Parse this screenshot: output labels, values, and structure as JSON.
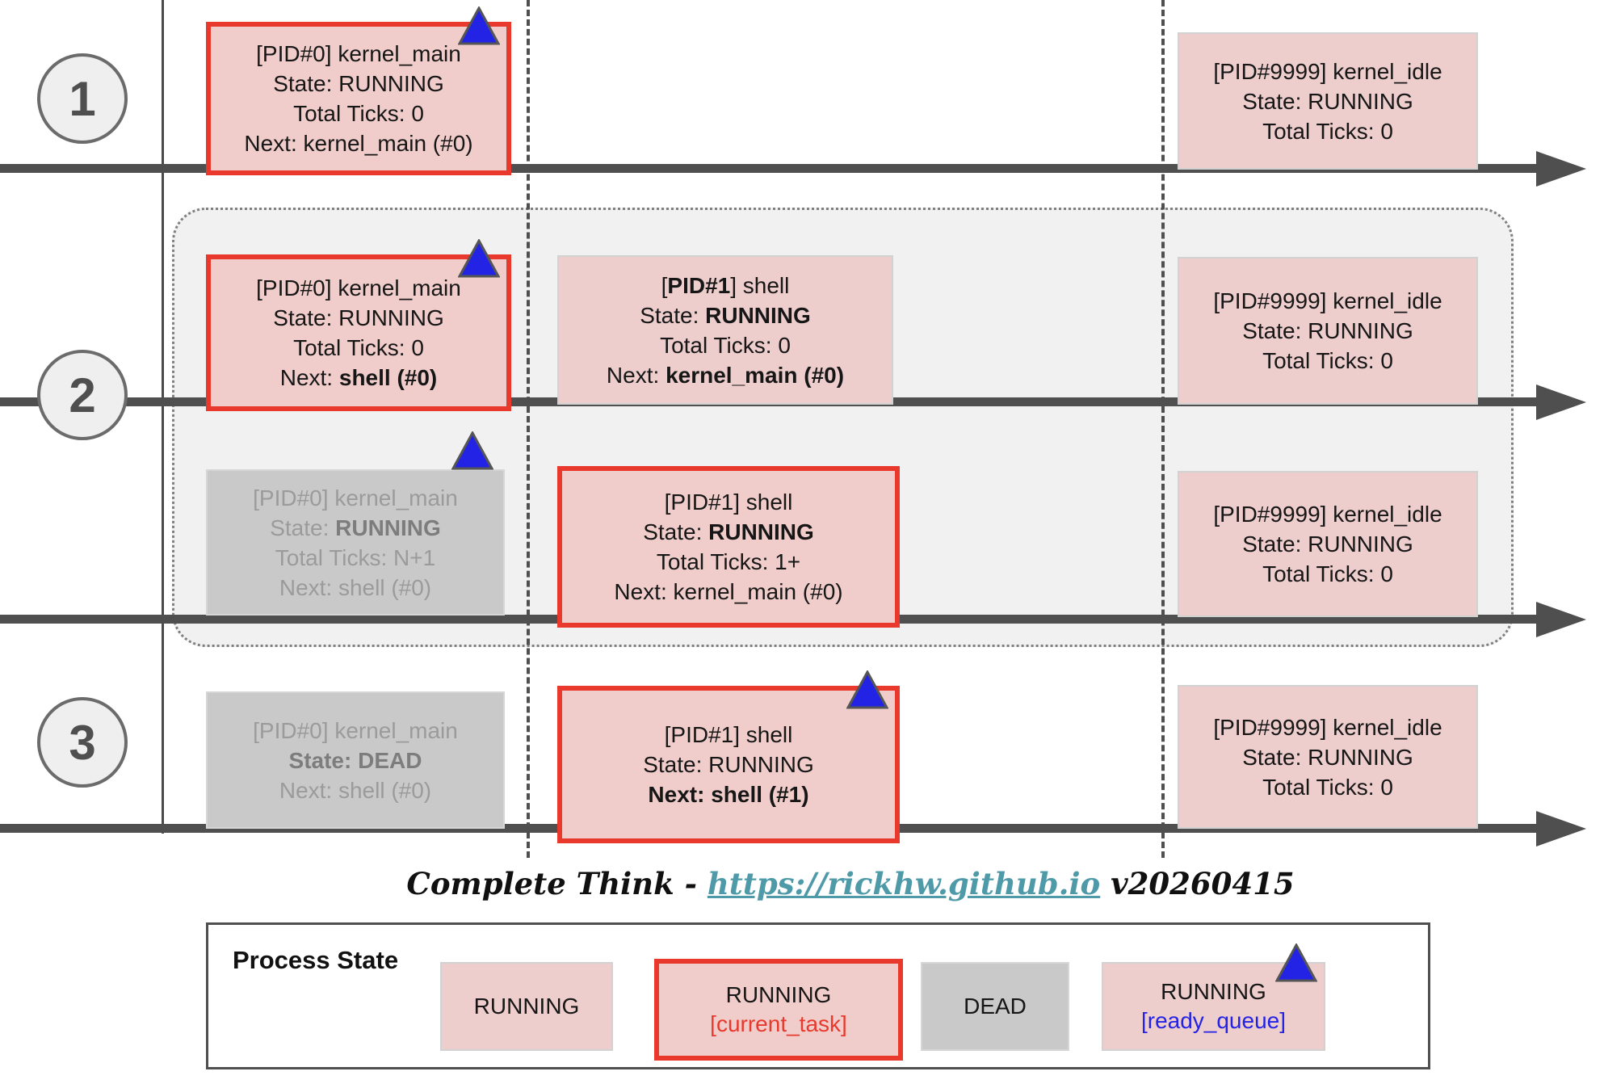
{
  "diagram": {
    "row_labels": [
      "1",
      "2",
      "3"
    ]
  },
  "colors": {
    "box_pink": "#eecdcd",
    "current_task_border_red": "#e8392c",
    "dead_gray": "#c9c9c9",
    "ready_queue_blue": "#2323e6",
    "timeline_gray": "#4f4f4f",
    "link_teal": "#4e9aa8"
  },
  "boxes": [
    {
      "id": "r1-main",
      "variant": "current",
      "triangle": "straddle",
      "lines": [
        [
          {
            "t": "[PID#0] kernel_main"
          }
        ],
        [
          {
            "t": "State: RUNNING"
          }
        ],
        [
          {
            "t": "Total Ticks: 0"
          }
        ],
        [
          {
            "t": "Next: kernel_main (#0)"
          }
        ]
      ]
    },
    {
      "id": "r1-idle",
      "variant": "plain",
      "triangle": null,
      "lines": [
        [
          {
            "t": "[PID#9999] kernel_idle"
          }
        ],
        [
          {
            "t": "State: RUNNING"
          }
        ],
        [
          {
            "t": "Total Ticks: 0"
          }
        ]
      ]
    },
    {
      "id": "r2a-main",
      "variant": "current",
      "triangle": "straddle",
      "lines": [
        [
          {
            "t": "[PID#0] kernel_main"
          }
        ],
        [
          {
            "t": "State: RUNNING"
          }
        ],
        [
          {
            "t": "Total Ticks: 0"
          }
        ],
        [
          {
            "t": "Next: "
          },
          {
            "t": "shell (#0)",
            "b": true
          }
        ]
      ]
    },
    {
      "id": "r2a-shell",
      "variant": "plain",
      "triangle": null,
      "lines": [
        [
          {
            "t": "["
          },
          {
            "t": "PID#1",
            "b": true
          },
          {
            "t": "] shell"
          }
        ],
        [
          {
            "t": "State: "
          },
          {
            "t": "RUNNING",
            "b": true
          }
        ],
        [
          {
            "t": "Total Ticks: 0"
          }
        ],
        [
          {
            "t": "Next: "
          },
          {
            "t": "kernel_main (#0)",
            "b": true
          }
        ]
      ]
    },
    {
      "id": "r2a-idle",
      "variant": "plain",
      "triangle": null,
      "lines": [
        [
          {
            "t": "[PID#9999] kernel_idle"
          }
        ],
        [
          {
            "t": "State: RUNNING"
          }
        ],
        [
          {
            "t": "Total Ticks: 0"
          }
        ]
      ]
    },
    {
      "id": "r2b-main",
      "variant": "gray",
      "triangle": "above",
      "lines": [
        [
          {
            "t": "[PID#0] kernel_main"
          }
        ],
        [
          {
            "t": "State: "
          },
          {
            "t": "RUNNING",
            "b": true
          }
        ],
        [
          {
            "t": "Total Ticks: N+1"
          }
        ],
        [
          {
            "t": "Next: shell (#0)"
          }
        ]
      ]
    },
    {
      "id": "r2b-shell",
      "variant": "current",
      "triangle": null,
      "lines": [
        [
          {
            "t": "[PID#1] shell"
          }
        ],
        [
          {
            "t": "State: "
          },
          {
            "t": "RUNNING",
            "b": true
          }
        ],
        [
          {
            "t": "Total Ticks: 1+"
          }
        ],
        [
          {
            "t": "Next: kernel_main (#0)"
          }
        ]
      ]
    },
    {
      "id": "r2b-idle",
      "variant": "plain",
      "triangle": null,
      "lines": [
        [
          {
            "t": "[PID#9999] kernel_idle"
          }
        ],
        [
          {
            "t": "State: RUNNING"
          }
        ],
        [
          {
            "t": "Total Ticks: 0"
          }
        ]
      ]
    },
    {
      "id": "r3-main",
      "variant": "gray",
      "triangle": null,
      "lines": [
        [
          {
            "t": "[PID#0] kernel_main"
          }
        ],
        [
          {
            "t": "State: DEAD",
            "b": true
          }
        ],
        [
          {
            "t": "Next: shell (#0)"
          }
        ]
      ]
    },
    {
      "id": "r3-shell",
      "variant": "current",
      "triangle": "straddle",
      "lines": [
        [
          {
            "t": "[PID#1] shell"
          }
        ],
        [
          {
            "t": "State: RUNNING"
          }
        ],
        [
          {
            "t": "Next: shell (#1)",
            "b": true
          }
        ]
      ]
    },
    {
      "id": "r3-idle",
      "variant": "plain",
      "triangle": null,
      "lines": [
        [
          {
            "t": "[PID#9999] kernel_idle"
          }
        ],
        [
          {
            "t": "State: RUNNING"
          }
        ],
        [
          {
            "t": "Total Ticks: 0"
          }
        ]
      ]
    }
  ],
  "caption": {
    "prefix": "Complete Think - ",
    "link_text": "https://rickhw.github.io",
    "suffix": " v20260415"
  },
  "legend": {
    "title": "Process State",
    "items": [
      {
        "id": "running",
        "variant": "plain",
        "triangle": null,
        "lines": [
          {
            "t": "RUNNING"
          }
        ]
      },
      {
        "id": "current",
        "variant": "current",
        "triangle": null,
        "lines": [
          {
            "t": "RUNNING"
          },
          {
            "t": "[current_task]",
            "c": "red"
          }
        ]
      },
      {
        "id": "dead",
        "variant": "gray",
        "triangle": null,
        "lines": [
          {
            "t": "DEAD"
          }
        ]
      },
      {
        "id": "ready",
        "variant": "plain",
        "triangle": "straddle",
        "lines": [
          {
            "t": "RUNNING"
          },
          {
            "t": "[ready_queue]",
            "c": "blue"
          }
        ]
      }
    ]
  }
}
